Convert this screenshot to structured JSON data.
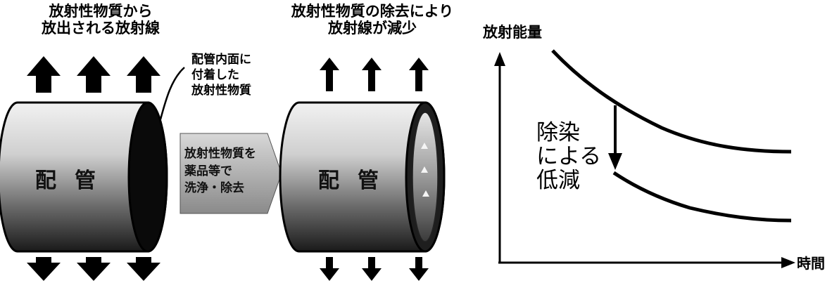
{
  "captions": {
    "left": [
      "放射性物質から",
      "放出される放射線"
    ],
    "middle": [
      "放射性物質の除去により",
      "放射線が減少"
    ]
  },
  "deposit_label": [
    "配管内面に",
    "付着した",
    "放射性物質"
  ],
  "pipe_label": "配管",
  "wash_label": [
    "放射性物質を",
    "薬品等で",
    "洗浄・除去"
  ],
  "graph": {
    "ylabel": "放射能量",
    "xlabel": "時間",
    "decon_label": [
      "除染",
      "による",
      "低減"
    ]
  },
  "icons": {
    "up_arrow": "up-arrow-icon",
    "down_arrow": "down-arrow-icon",
    "process_arrow": "chevron-right-icon"
  }
}
